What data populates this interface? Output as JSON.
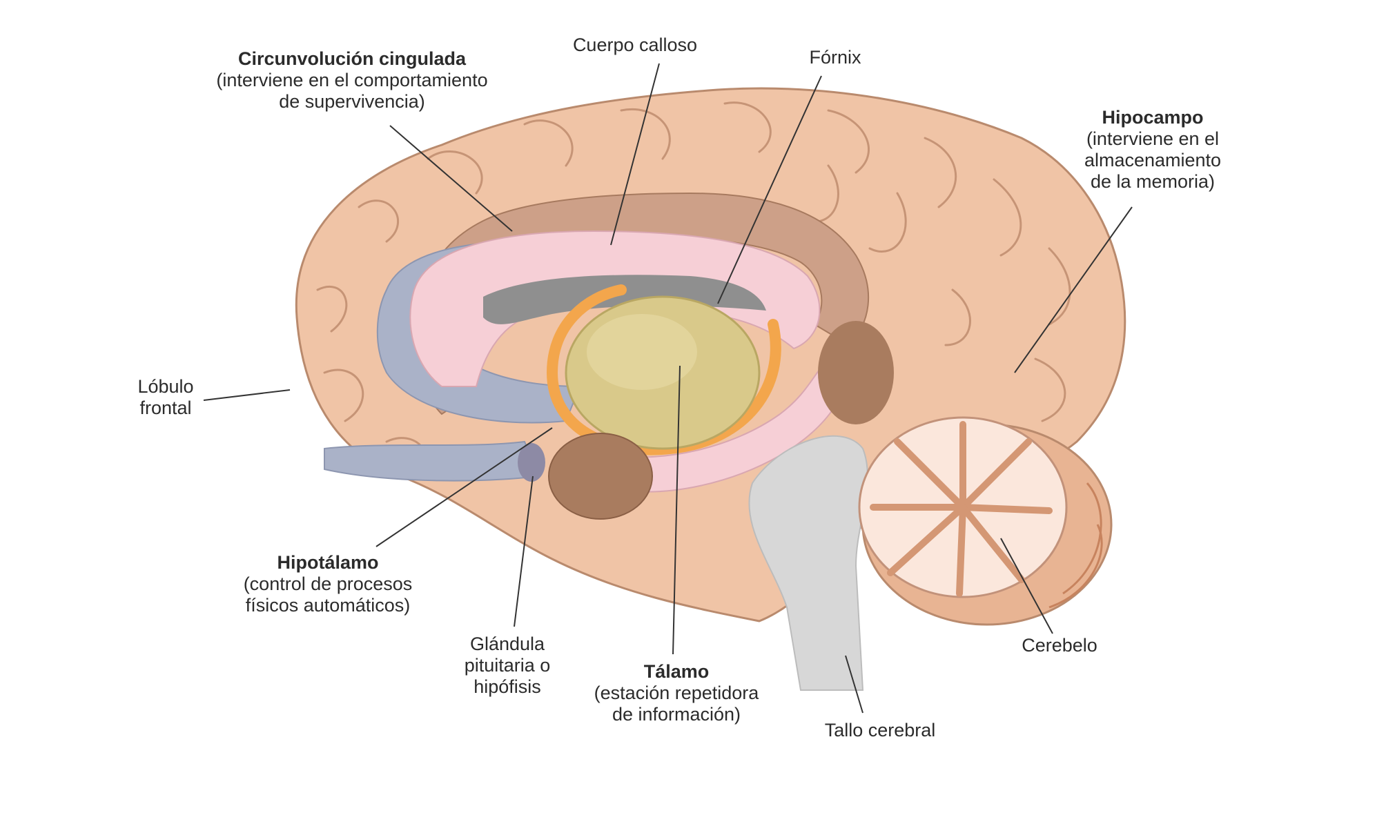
{
  "colors": {
    "background": "#ffffff",
    "cortex": "#f0c4a6",
    "cortex_shade": "#e2ab8a",
    "sulcus": "#b98a6d",
    "corpus_callosum": "#f6cfd6",
    "ventricle": "#aab2c8",
    "fornix": "#f3a64c",
    "thalamus": "#d9c98a",
    "cerebellum": "#f2c7a8",
    "brainstem": "#d7d7d7",
    "leader_line": "#333333"
  },
  "labels": {
    "cingulate": {
      "title": "Circunvolución cingulada",
      "line1": "(interviene en el comportamiento",
      "line2": "de supervivencia)"
    },
    "corpus_callosum": {
      "title": "Cuerpo calloso"
    },
    "fornix": {
      "title": "Fórnix"
    },
    "hippocampus": {
      "title": "Hipocampo",
      "line1": "(interviene en el",
      "line2": "almacenamiento",
      "line3": "de la memoria)"
    },
    "frontal_lobe": {
      "line1": "Lóbulo",
      "line2": "frontal"
    },
    "hypothalamus": {
      "title": "Hipotálamo",
      "line1": "(control de procesos",
      "line2": "físicos automáticos)"
    },
    "pituitary": {
      "line1": "Glándula",
      "line2": "pituitaria o",
      "line3": "hipófisis"
    },
    "thalamus": {
      "title": "Tálamo",
      "line1": "(estación repetidora",
      "line2": "de información)"
    },
    "brainstem": {
      "title": "Tallo cerebral"
    },
    "cerebellum": {
      "title": "Cerebelo"
    }
  }
}
